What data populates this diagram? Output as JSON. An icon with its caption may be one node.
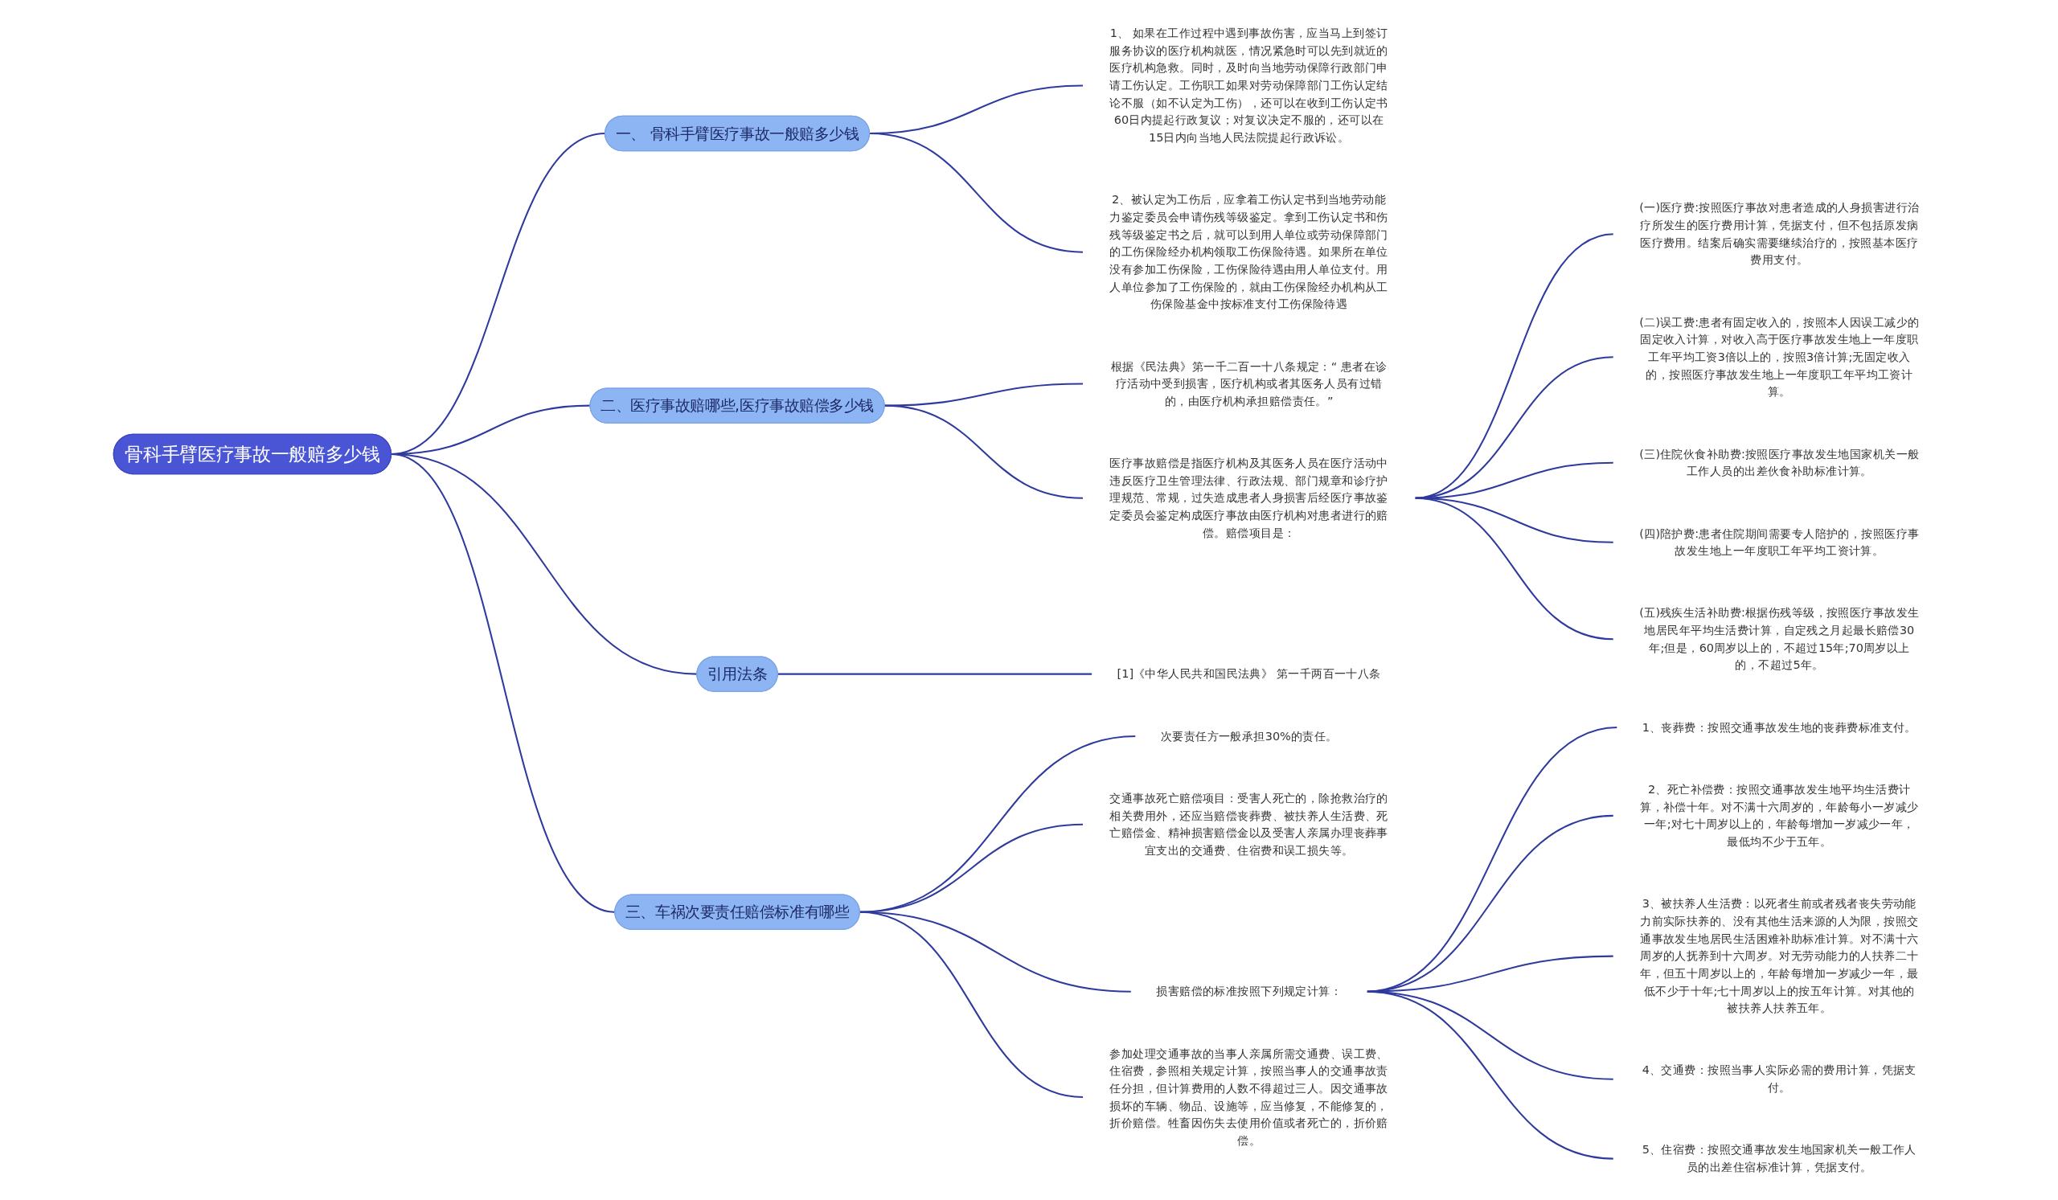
{
  "diagram": {
    "nodes": [
      {
        "text": [
          "骨科手臂医疗事故一般赔多少钱"
        ]
      },
      {
        "text": [
          "一、 骨科手臂医疗事故一般赔多少钱"
        ]
      },
      {
        "text": [
          "1、 如果在工作过程中遇到事故伤害，应当马上到签订服务协议的医疗机构就医，情况紧急时可以先到就近的医疗机构急救。同时，及时向当地劳动保障行政部门申请工伤认定。工伤职工如果对劳动保障部门工伤认定结论不服（如不认定为工伤），还可以在收到工伤认定书60日内提起行政复议；对复议决定不服的，还可以在15日内向当地人民法院提起行政诉讼。"
        ]
      },
      {
        "text": [
          "2、被认定为工伤后，应拿着工伤认定书到当地劳动能力鉴定委员会申请伤残等级鉴定。拿到工伤认定书和伤残等级鉴定书之后，就可以到用人单位或劳动保障部门的工伤保险经办机构领取工伤保险待遇。如果所在单位没有参加工伤保险，工伤保险待遇由用人单位支付。用人单位参加了工伤保险的，就由工伤保险经办机构从工伤保险基金中按标准支付工伤保险待遇"
        ]
      },
      {
        "text": [
          "二、医疗事故赔哪些,医疗事故赔偿多少钱"
        ]
      },
      {
        "text": [
          "根据《民法典》第一千二百一十八条规定：“ 患者在诊疗活动中受到损害，医疗机构或者其医务人员有过错的，由医疗机构承担赔偿责任。”"
        ]
      },
      {
        "text": [
          "医疗事故赔偿是指医疗机构及其医务人员在医疗活动中违反医疗卫生管理法律、行政法规、部门规章和诊疗护理规范、常规，过失造成患者人身损害后经医疗事故鉴定委员会鉴定构成医疗事故由医疗机构对患者进行的赔偿。赔偿项目是："
        ]
      },
      {
        "text": [
          "(一)医疗费:按照医疗事故对患者造成的人身损害进行治疗所发生的医疗费用计算，凭据支付，但不包括原发病医疗费用。结案后确实需要继续治疗的，按照基本医疗费用支付。"
        ]
      },
      {
        "text": [
          "(二)误工费:患者有固定收入的，按照本人因误工减少的固定收入计算，对收入高于医疗事故发生地上一年度职工年平均工资3倍以上的，按照3倍计算;无固定收入的，按照医疗事故发生地上一年度职工年平均工资计算。"
        ]
      },
      {
        "text": [
          "(三)住院伙食补助费:按照医疗事故发生地国家机关一般工作人员的出差伙食补助标准计算。"
        ]
      },
      {
        "text": [
          "(四)陪护费:患者住院期间需要专人陪护的，按照医疗事故发生地上一年度职工年平均工资计算。"
        ]
      },
      {
        "text": [
          "(五)残疾生活补助费:根据伤残等级，按照医疗事故发生地居民年平均生活费计算，自定残之月起最长赔偿30年;但是，60周岁以上的，不超过15年;70周岁以上的，不超过5年。"
        ]
      },
      {
        "text": [
          "引用法条"
        ]
      },
      {
        "text": [
          "[1]《中华人民共和国民法典》 第一千两百一十八条"
        ]
      },
      {
        "text": [
          "三、车祸次要责任赔偿标准有哪些"
        ]
      },
      {
        "text": [
          "次要责任方一般承担30%的责任。"
        ]
      },
      {
        "text": [
          "交通事故死亡赔偿项目：受害人死亡的，除抢救治疗的相关费用外，还应当赔偿丧葬费、被扶养人生活费、死亡赔偿金、精神损害赔偿金以及受害人亲属办理丧葬事宜支出的交通费、住宿费和误工损失等。"
        ]
      },
      {
        "text": [
          "损害赔偿的标准按照下列规定计算："
        ]
      },
      {
        "text": [
          "1、丧葬费：按照交通事故发生地的丧葬费标准支付。"
        ]
      },
      {
        "text": [
          "2、死亡补偿费：按照交通事故发生地平均生活费计算，补偿十年。对不满十六周岁的，年龄每小一岁减少一年;对七十周岁以上的，年龄每增加一岁减少一年，最低均不少于五年。"
        ]
      },
      {
        "text": [
          "3、被扶养人生活费：以死者生前或者残者丧失劳动能力前实际扶养的、没有其他生活来源的人为限，按照交通事故发生地居民生活困难补助标准计算。对不满十六周岁的人抚养到十六周岁。对无劳动能力的人扶养二十年，但五十周岁以上的，年龄每增加一岁减少一年，最低不少于十年;七十周岁以上的按五年计算。对其他的被扶养人扶养五年。"
        ]
      },
      {
        "text": [
          "4、交通费：按照当事人实际必需的费用计算，凭据支付。"
        ]
      },
      {
        "text": [
          "5、住宿费：按照交通事故发生地国家机关一般工作人员的出差住宿标准计算，凭据支付。"
        ]
      },
      {
        "text": [
          "参加处理交通事故的当事人亲属所需交通费、误工费、住宿费，参照相关规定计算，按照当事人的交通事故责任分担，但计算费用的人数不得超过三人。因交通事故损坏的车辆、物品、设施等，应当修复，不能修复的，折价赔偿。牲畜因伤失去使用价值或者死亡的，折价赔偿。"
        ]
      }
    ],
    "edges": [
      {
        "from": 0,
        "to": 1,
        "arrow": "none"
      },
      {
        "from": 1,
        "to": 2,
        "arrow": "none"
      },
      {
        "from": 1,
        "to": 3,
        "arrow": "none"
      },
      {
        "from": 0,
        "to": 4,
        "arrow": "none"
      },
      {
        "from": 4,
        "to": 5,
        "arrow": "none"
      },
      {
        "from": 4,
        "to": 6,
        "arrow": "none"
      },
      {
        "from": 6,
        "to": 7,
        "arrow": "none"
      },
      {
        "from": 6,
        "to": 8,
        "arrow": "none"
      },
      {
        "from": 6,
        "to": 9,
        "arrow": "none"
      },
      {
        "from": 6,
        "to": 10,
        "arrow": "none"
      },
      {
        "from": 6,
        "to": 11,
        "arrow": "none"
      },
      {
        "from": 0,
        "to": 12,
        "arrow": "none"
      },
      {
        "from": 12,
        "to": 13,
        "arrow": "none"
      },
      {
        "from": 0,
        "to": 14,
        "arrow": "none"
      },
      {
        "from": 14,
        "to": 15,
        "arrow": "none"
      },
      {
        "from": 14,
        "to": 16,
        "arrow": "none"
      },
      {
        "from": 14,
        "to": 17,
        "arrow": "none"
      },
      {
        "from": 17,
        "to": 18,
        "arrow": "none"
      },
      {
        "from": 17,
        "to": 19,
        "arrow": "none"
      },
      {
        "from": 17,
        "to": 20,
        "arrow": "none"
      },
      {
        "from": 17,
        "to": 21,
        "arrow": "none"
      },
      {
        "from": 17,
        "to": 22,
        "arrow": "none"
      },
      {
        "from": 14,
        "to": 23,
        "arrow": "none"
      }
    ]
  }
}
